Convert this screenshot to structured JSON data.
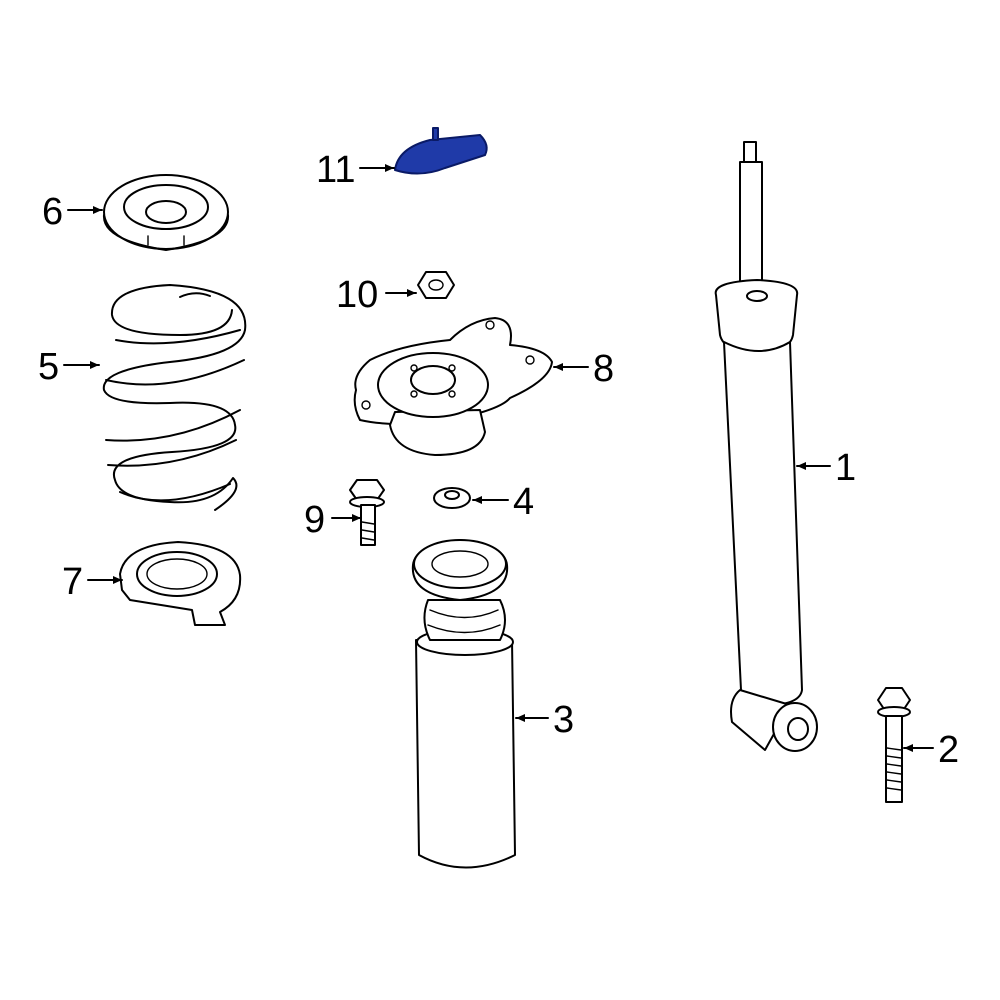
{
  "diagram": {
    "highlight_color": "#1f3aa8",
    "line_color": "#000000",
    "background": "#ffffff",
    "callouts": [
      {
        "id": "1",
        "text": "1"
      },
      {
        "id": "2",
        "text": "2"
      },
      {
        "id": "3",
        "text": "3"
      },
      {
        "id": "4",
        "text": "4"
      },
      {
        "id": "5",
        "text": "5"
      },
      {
        "id": "6",
        "text": "6"
      },
      {
        "id": "7",
        "text": "7"
      },
      {
        "id": "8",
        "text": "8"
      },
      {
        "id": "9",
        "text": "9"
      },
      {
        "id": "10",
        "text": "10"
      },
      {
        "id": "11",
        "text": "11"
      }
    ],
    "highlighted_part": "11"
  }
}
